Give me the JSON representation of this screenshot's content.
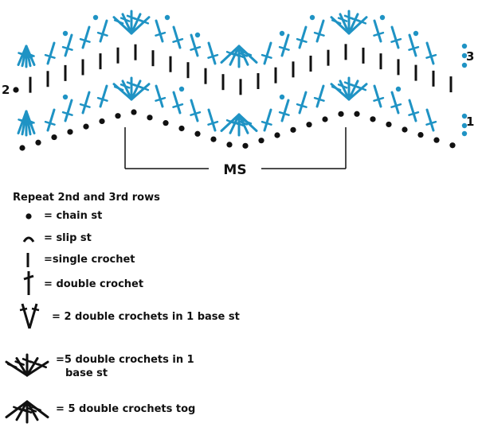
{
  "diagram": {
    "row_labels": {
      "row1": "1",
      "row2": "2",
      "row3": "3"
    },
    "repeat_label": "MS",
    "colors": {
      "blue": "#1f93c4",
      "black": "#111111"
    }
  },
  "legend": {
    "title": "Repeat 2nd and 3rd rows",
    "items": [
      {
        "icon": "chain-stitch-icon",
        "eq": "=",
        "label": "chain st"
      },
      {
        "icon": "slip-stitch-icon",
        "eq": "=",
        "label": "slip st"
      },
      {
        "icon": "single-crochet-icon",
        "eq": "=",
        "label": "single crochet"
      },
      {
        "icon": "double-crochet-icon",
        "eq": "=",
        "label": "double crochet"
      },
      {
        "icon": "two-dc-in-one-base-icon",
        "eq": "=",
        "label": "2 double crochets in 1 base st"
      },
      {
        "icon": "five-dc-in-one-base-icon",
        "eq": "=",
        "label": "5 double crochets in 1",
        "label2": "base st"
      },
      {
        "icon": "five-dc-tog-icon",
        "eq": "=",
        "label": "5 double crochets tog"
      }
    ]
  }
}
